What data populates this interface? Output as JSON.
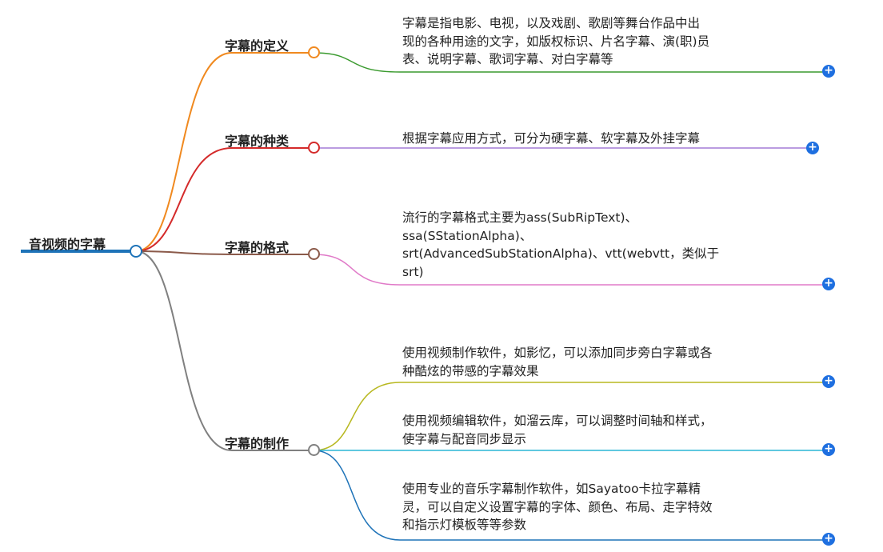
{
  "root": {
    "label": "音视频的字幕"
  },
  "branches": [
    {
      "label": "字幕的定义",
      "color": "#f0891f"
    },
    {
      "label": "字幕的种类",
      "color": "#d42a2a"
    },
    {
      "label": "字幕的格式",
      "color": "#8b5a4a"
    },
    {
      "label": "字幕的制作",
      "color": "#808080"
    }
  ],
  "leaves": [
    {
      "lines": [
        "字幕是指电影、电视，以及戏剧、歌剧等舞台作品中出",
        "现的各种用途的文字，如版权标识、片名字幕、演(职)员",
        "表、说明字幕、歌词字幕、对白字幕等"
      ],
      "color": "#3a9a2e"
    },
    {
      "lines": [
        "根据字幕应用方式，可分为硬字幕、软字幕及外挂字幕"
      ],
      "color": "#a47cd6"
    },
    {
      "lines": [
        "流行的字幕格式主要为ass(SubRipText)、",
        "ssa(SStationAlpha)、",
        "srt(AdvancedSubStationAlpha)、vtt(webvtt，类似于",
        "srt)"
      ],
      "color": "#e07ac8"
    },
    {
      "lines": [
        "使用视频制作软件，如影忆，可以添加同步旁白字幕或各",
        "种酷炫的带感的字幕效果"
      ],
      "color": "#b8b820"
    },
    {
      "lines": [
        "使用视频编辑软件，如溜云库，可以调整时间轴和样式，",
        "使字幕与配音同步显示"
      ],
      "color": "#2bb5d6"
    },
    {
      "lines": [
        "使用专业的音乐字幕制作软件，如Sayatoo卡拉字幕精",
        "灵，可以自定义设置字幕的字体、颜色、布局、走字特效",
        "和指示灯模板等等参数"
      ],
      "color": "#1e73b8"
    }
  ],
  "root_color": "#1e73b8",
  "expand_icon": "plus-circle-icon",
  "expand_label": "+"
}
